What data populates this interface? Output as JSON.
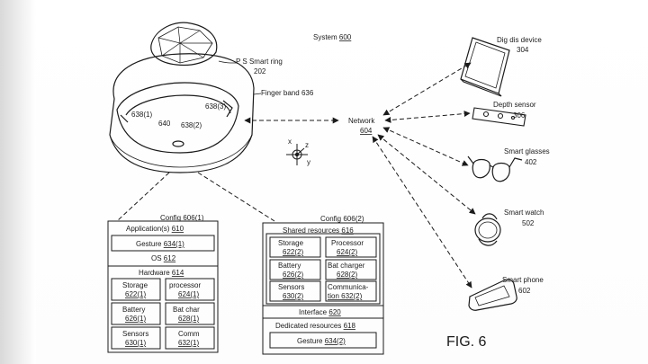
{
  "system": {
    "label": "System",
    "ref": "600"
  },
  "ring": {
    "name": "P S Smart ring",
    "ref": "202",
    "band_label": "Finger band",
    "band_ref": "636",
    "callouts": [
      "638(1)",
      "640",
      "638(2)",
      "638(3)"
    ]
  },
  "network": {
    "label": "Network",
    "ref": "604"
  },
  "axes": {
    "x": "x",
    "y": "y",
    "z": "z"
  },
  "devices": [
    {
      "name": "Dig dis device",
      "ref": "304"
    },
    {
      "name": "Depth sensor",
      "ref": "306"
    },
    {
      "name": "Smart glasses",
      "ref": "402"
    },
    {
      "name": "Smart watch",
      "ref": "502"
    },
    {
      "name": "Smart phone",
      "ref": "602"
    }
  ],
  "config1": {
    "label": "Config",
    "ref": "606(1)",
    "application": {
      "label": "Application(s)",
      "ref": "610"
    },
    "gesture": {
      "label": "Gesture",
      "ref": "634(1)"
    },
    "os": {
      "label": "OS",
      "ref": "612"
    },
    "hardware": {
      "label": "Hardware",
      "ref": "614"
    },
    "cells": [
      {
        "label": "Storage",
        "ref": "622(1)"
      },
      {
        "label": "processor",
        "ref": "624(1)"
      },
      {
        "label": "Battery",
        "ref": "626(1)"
      },
      {
        "label": "Bat char",
        "ref": "628(1)"
      },
      {
        "label": "Sensors",
        "ref": "630(1)"
      },
      {
        "label": "Comm",
        "ref": "632(1)"
      }
    ]
  },
  "config2": {
    "label": "Config",
    "ref": "606(2)",
    "shared": {
      "label": "Shared resources",
      "ref": "616"
    },
    "cells": [
      {
        "label": "Storage",
        "ref": "622(2)"
      },
      {
        "label": "Processor",
        "ref": "624(2)"
      },
      {
        "label": "Battery",
        "ref": "626(2)"
      },
      {
        "label": "Bat charger",
        "ref": "628(2)"
      },
      {
        "label": "Sensors",
        "ref": "630(2)"
      },
      {
        "label": "Communica-",
        "ref": "tion 632(2)"
      }
    ],
    "interface": {
      "label": "Interface",
      "ref": "620"
    },
    "dedicated": {
      "label": "Dedicated resources",
      "ref": "618"
    },
    "gesture": {
      "label": "Gesture",
      "ref": "634(2)"
    }
  },
  "figure": "FIG. 6"
}
